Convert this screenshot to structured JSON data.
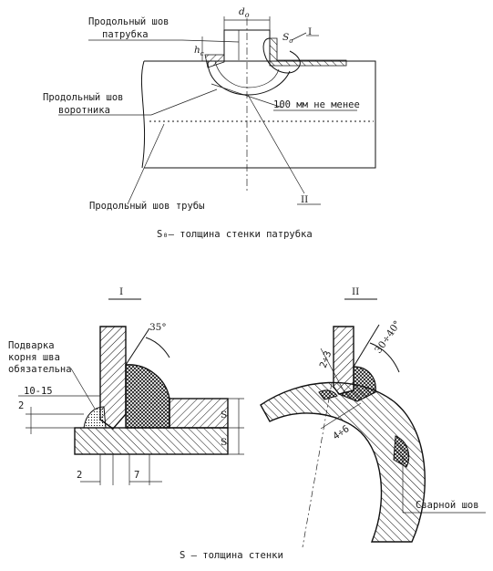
{
  "top_view": {
    "diameter_label": "d",
    "diameter_sub": "o",
    "height_label": "h",
    "height_sub": "c",
    "wall_label": "S",
    "wall_sub": "o",
    "detail_ref_1": "I",
    "detail_ref_2": "II",
    "seam_branch": "Продольный шов патрубка",
    "seam_collar": "Продольный шов воротника",
    "distance": "100 мм не менее",
    "seam_pipe": "Продольный шов трубы"
  },
  "caption_top": "S₀– толщина стенки патрубка",
  "detail_I": {
    "title": "I",
    "root_note": "Подварка корня шва обязательна",
    "angle": "35°",
    "gap_range": "10-15",
    "dim_2_left": "2",
    "dim_2_bottom": "2",
    "dim_7": "7",
    "dim_S_1": "S",
    "dim_S_2": "S"
  },
  "detail_II": {
    "title": "II",
    "dim_2_3": "2÷3",
    "angle": "30÷40°",
    "dim_4_6": "4÷6",
    "weld_label": "Сварной шов"
  },
  "caption_bottom": "S – толщина стенки"
}
